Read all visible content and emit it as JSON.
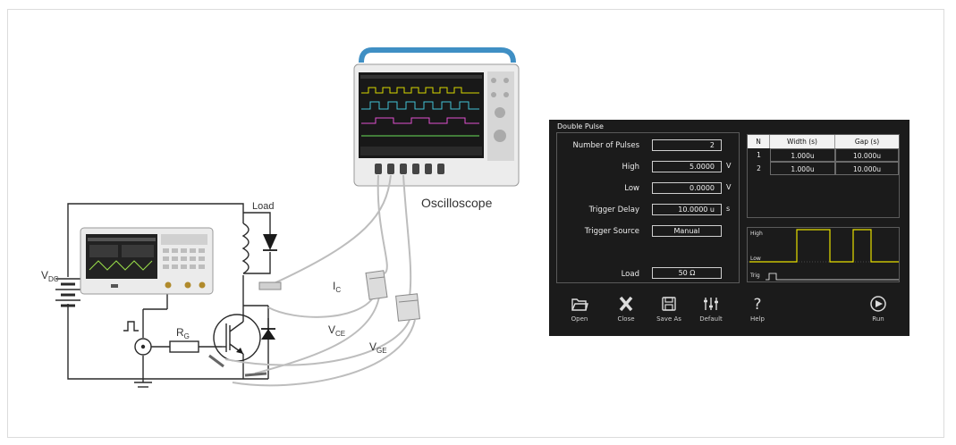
{
  "diagram": {
    "vdc_main": "V",
    "vdc_sub": "DC",
    "load": "Load",
    "oscilloscope": "Oscilloscope",
    "ic_main": "I",
    "ic_sub": "C",
    "vce_main": "V",
    "vce_sub": "CE",
    "vge_main": "V",
    "vge_sub": "GE",
    "rg_main": "R",
    "rg_sub": "G"
  },
  "panel": {
    "title": "Double Pulse",
    "params": [
      {
        "label": "Number of Pulses",
        "value": "2",
        "unit": ""
      },
      {
        "label": "High",
        "value": "5.0000",
        "unit": "V"
      },
      {
        "label": "Low",
        "value": "0.0000",
        "unit": "V"
      },
      {
        "label": "Trigger Delay",
        "value": "10.0000 u",
        "unit": "s"
      },
      {
        "label": "Trigger Source",
        "value": "Manual",
        "unit": ""
      },
      {
        "label": "Load",
        "value": "50 Ω",
        "unit": ""
      }
    ],
    "table": {
      "headers": [
        "N",
        "Width (s)",
        "Gap (s)"
      ],
      "rows": [
        [
          "1",
          "1.000u",
          "10.000u"
        ],
        [
          "2",
          "1.000u",
          "10.000u"
        ]
      ]
    },
    "waveform": {
      "high_label": "High",
      "low_label": "Low",
      "trig_label": "Trig"
    },
    "toolbar": [
      {
        "label": "Open",
        "icon": "folder-icon"
      },
      {
        "label": "Close",
        "icon": "close-icon"
      },
      {
        "label": "Save As",
        "icon": "save-icon"
      },
      {
        "label": "Default",
        "icon": "sliders-icon"
      },
      {
        "label": "Help",
        "icon": "help-icon"
      },
      {
        "label": "Run",
        "icon": "play-icon"
      }
    ],
    "colors": {
      "background": "#1b1b1b",
      "waveform": "#e8e000",
      "panel_border": "#5a5a5a"
    }
  }
}
